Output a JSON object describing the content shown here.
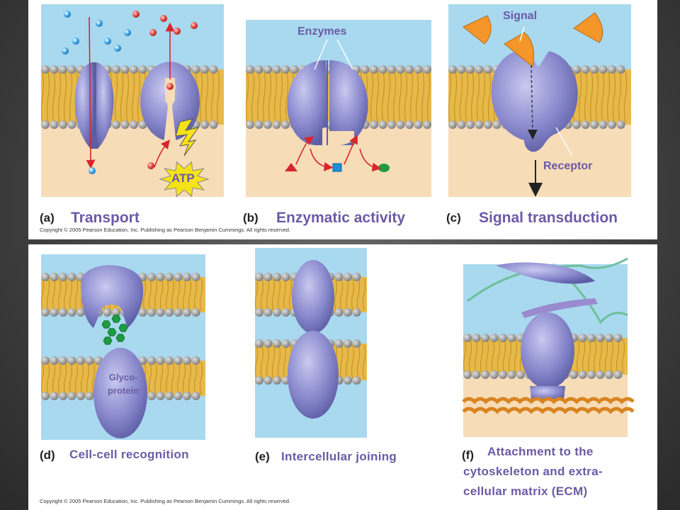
{
  "colors": {
    "membrane_head": "#9a9a9a",
    "membrane_tail": "#e7b94a",
    "outside": "#a9d9ef",
    "inside": "#f7dcb8",
    "protein": "#8e8ed0",
    "label_purple": "#6a5ba6",
    "signal": "#f4962a",
    "arrow_red": "#d8262c",
    "atp_yellow": "#f6e317",
    "glycan_green": "#1e9c3f",
    "actin_orange": "#d88420",
    "ecm_green": "#6fbf9b"
  },
  "panels": {
    "a": {
      "letter": "(a)",
      "title": "Transport",
      "atp": "ATP"
    },
    "b": {
      "letter": "(b)",
      "title": "Enzymatic activity",
      "callout": "Enzymes"
    },
    "c": {
      "letter": "(c)",
      "title": "Signal transduction",
      "signal": "Signal",
      "receptor": "Receptor"
    },
    "d": {
      "letter": "(d)",
      "title": "Cell-cell recognition",
      "glyco_line1": "Glyco-",
      "glyco_line2": "protein"
    },
    "e": {
      "letter": "(e)",
      "title": "Intercellular joining"
    },
    "f": {
      "letter": "(f)",
      "title_line1": "Attachment to the",
      "title_line2": "cytoskeleton and extra-",
      "title_line3": "cellular matrix (ECM)"
    }
  },
  "copyright": "Copyright © 2005 Pearson Education, Inc. Publishing as Pearson Benjamin Cummings. All rights reserved.",
  "icons": [
    "channel-protein-icon",
    "pump-protein-icon",
    "enzyme-icon",
    "receptor-icon",
    "signal-molecule-icon",
    "glycoprotein-icon",
    "junction-protein-icon",
    "actin-filament-icon",
    "lightning-icon",
    "atp-burst-icon"
  ]
}
